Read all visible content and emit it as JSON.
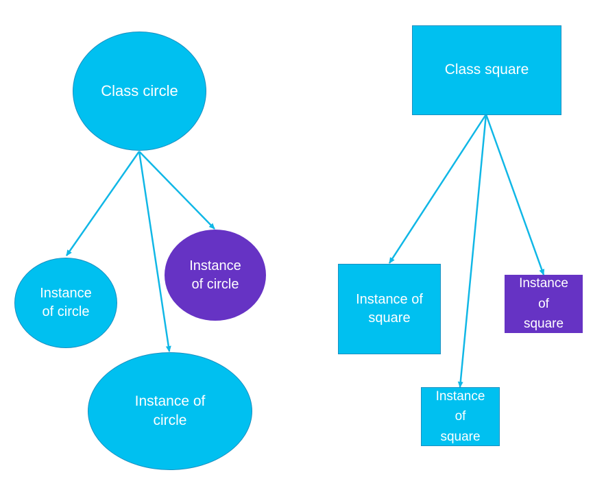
{
  "colors": {
    "node": "#00c0f0",
    "highlight": "#6633c4",
    "arrow": "#10b7e6"
  },
  "nodes": {
    "class_circle": "Class circle",
    "circle_left": "Instance\nof circle",
    "circle_purple": "Instance\nof circle",
    "circle_bottom": "Instance of\ncircle",
    "class_square": "Class square",
    "square_left": "Instance of\nsquare",
    "square_purple": "Instance\nof\nsquare",
    "square_bottom": "Instance\nof\nsquare"
  }
}
